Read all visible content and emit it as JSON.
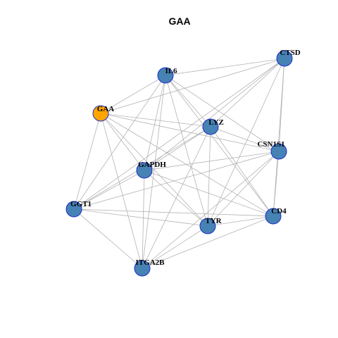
{
  "title": "GAA",
  "colors": {
    "default_node": "#4682b4",
    "highlight_node": "#ffa500",
    "node_border": "#1f2ec8",
    "edge": "#b3b3b3"
  },
  "nodes": [
    {
      "id": "GAA",
      "label": "GAA",
      "highlight": true
    },
    {
      "id": "IL6",
      "label": "IL6",
      "highlight": false
    },
    {
      "id": "CTSD",
      "label": "CTSD",
      "highlight": false
    },
    {
      "id": "LYZ",
      "label": "LYZ",
      "highlight": false
    },
    {
      "id": "CSN1S1",
      "label": "CSN1S1",
      "highlight": false
    },
    {
      "id": "GAPDH",
      "label": "GAPDH",
      "highlight": false
    },
    {
      "id": "GGT1",
      "label": "GGT1",
      "highlight": false
    },
    {
      "id": "CD4",
      "label": "CD4",
      "highlight": false
    },
    {
      "id": "TYR",
      "label": "TYR",
      "highlight": false
    },
    {
      "id": "ITGA2B",
      "label": "ITGA2B",
      "highlight": false
    }
  ],
  "edges": [
    [
      "GAA",
      "IL6"
    ],
    [
      "GAA",
      "CTSD"
    ],
    [
      "GAA",
      "LYZ"
    ],
    [
      "GAA",
      "CSN1S1"
    ],
    [
      "GAA",
      "GAPDH"
    ],
    [
      "GAA",
      "GGT1"
    ],
    [
      "GAA",
      "CD4"
    ],
    [
      "GAA",
      "TYR"
    ],
    [
      "GAA",
      "ITGA2B"
    ],
    [
      "IL6",
      "CTSD"
    ],
    [
      "IL6",
      "LYZ"
    ],
    [
      "IL6",
      "CSN1S1"
    ],
    [
      "IL6",
      "GAPDH"
    ],
    [
      "IL6",
      "GGT1"
    ],
    [
      "IL6",
      "CD4"
    ],
    [
      "IL6",
      "TYR"
    ],
    [
      "IL6",
      "ITGA2B"
    ],
    [
      "CTSD",
      "LYZ"
    ],
    [
      "CTSD",
      "CSN1S1"
    ],
    [
      "CTSD",
      "GAPDH"
    ],
    [
      "CTSD",
      "GGT1"
    ],
    [
      "CTSD",
      "CD4"
    ],
    [
      "CTSD",
      "TYR"
    ],
    [
      "LYZ",
      "CSN1S1"
    ],
    [
      "LYZ",
      "GAPDH"
    ],
    [
      "LYZ",
      "GGT1"
    ],
    [
      "LYZ",
      "CD4"
    ],
    [
      "LYZ",
      "TYR"
    ],
    [
      "LYZ",
      "ITGA2B"
    ],
    [
      "CSN1S1",
      "GAPDH"
    ],
    [
      "CSN1S1",
      "GGT1"
    ],
    [
      "CSN1S1",
      "CD4"
    ],
    [
      "CSN1S1",
      "TYR"
    ],
    [
      "CSN1S1",
      "ITGA2B"
    ],
    [
      "GAPDH",
      "GGT1"
    ],
    [
      "GAPDH",
      "CD4"
    ],
    [
      "GAPDH",
      "TYR"
    ],
    [
      "GAPDH",
      "ITGA2B"
    ],
    [
      "GGT1",
      "CD4"
    ],
    [
      "GGT1",
      "TYR"
    ],
    [
      "GGT1",
      "ITGA2B"
    ],
    [
      "CD4",
      "TYR"
    ],
    [
      "CD4",
      "ITGA2B"
    ],
    [
      "TYR",
      "ITGA2B"
    ]
  ]
}
